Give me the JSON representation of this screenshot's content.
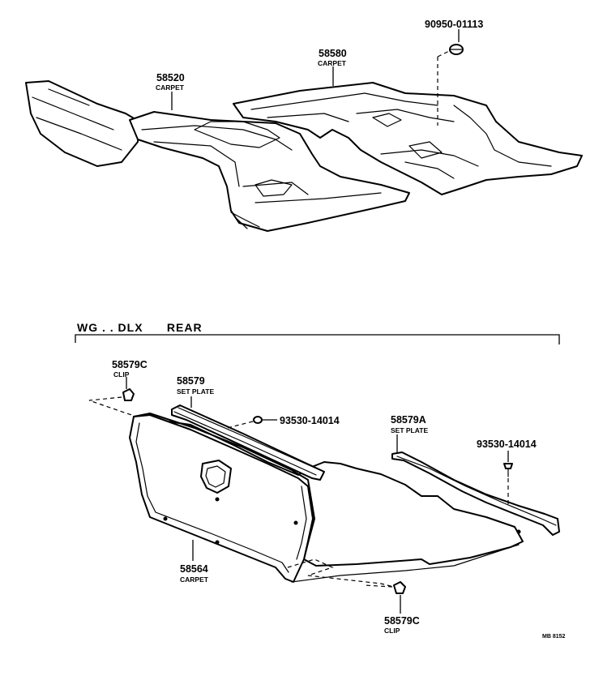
{
  "parts": {
    "p58520": {
      "number": "58520",
      "name": "CARPET"
    },
    "p58580": {
      "number": "58580",
      "name": "CARPET"
    },
    "p90950": {
      "number": "90950-01113"
    },
    "p58579C_top": {
      "number": "58579C",
      "name": "CLIP"
    },
    "p58579": {
      "number": "58579",
      "name": "SET PLATE"
    },
    "p93530_a": {
      "number": "93530-14014"
    },
    "p58579A": {
      "number": "58579A",
      "name": "SET PLATE"
    },
    "p93530_b": {
      "number": "93530-14014"
    },
    "p58564": {
      "number": "58564",
      "name": "CARPET"
    },
    "p58579C_bottom": {
      "number": "58579C",
      "name": "CLIP"
    }
  },
  "section": {
    "title": "WG . . DLX      REAR"
  },
  "drawing_code": "MB 8152"
}
